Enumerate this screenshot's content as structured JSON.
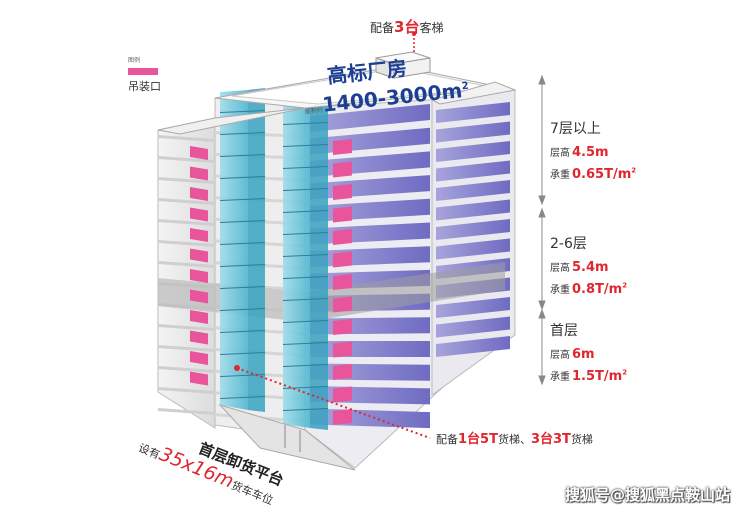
{
  "legend": {
    "heading": "图例",
    "item_label": "吊装口",
    "swatch_color": "#e8559b"
  },
  "roof": {
    "elevator_prefix": "配备",
    "elevator_count": "3台",
    "elevator_suffix": "客梯",
    "title": "高标厂房",
    "area_label": "面积约",
    "area_value": "1400-3000m",
    "area_sup": "2"
  },
  "levels": [
    {
      "name": "7层以上",
      "height_label": "层高",
      "height_value": "4.5m",
      "load_label": "承重",
      "load_value": "0.65T/m",
      "load_sup": "2"
    },
    {
      "name": "2-6层",
      "height_label": "层高",
      "height_value": "5.4m",
      "load_label": "承重",
      "load_value": "0.8T/m",
      "load_sup": "2"
    },
    {
      "name": "首层",
      "height_label": "层高",
      "height_value": "6m",
      "load_label": "承重",
      "load_value": "1.5T/m",
      "load_sup": "2"
    }
  ],
  "freight": {
    "prefix": "配备",
    "count_1": "1台5T",
    "middle": "货梯、",
    "count_2": "3台3T",
    "suffix": "货梯"
  },
  "platform": {
    "line1": "首层卸货平台",
    "line2_prefix": "设有",
    "line2_value": "35x16m",
    "line2_suffix": "货车车位"
  },
  "watermark": "搜狐号@搜狐黑点鞍山站",
  "colors": {
    "accent_red": "#e0262f",
    "title_blue": "#1c3f94",
    "glass_cyan": "#5ec2d8",
    "glass_purple": "#8a86cf",
    "hoist_pink": "#e8559b"
  }
}
